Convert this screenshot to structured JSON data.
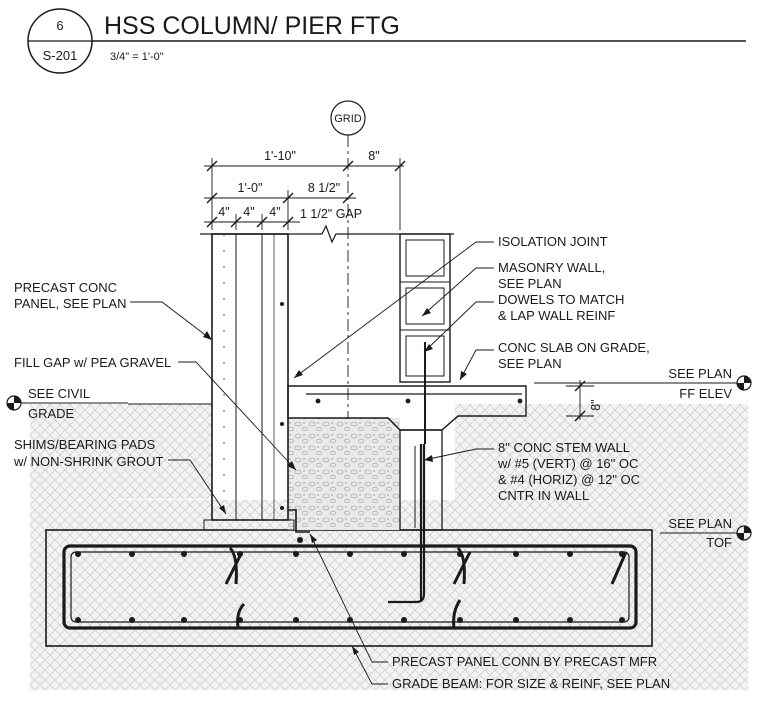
{
  "title_block": {
    "detail_number": "6",
    "sheet_number": "S-201",
    "title": "HSS COLUMN/ PIER FTG",
    "scale": "3/4\" = 1'-0\""
  },
  "grid_bubble": "GRID",
  "dimensions": {
    "overall_width": "1'-10\"",
    "grid_offset": "8\"",
    "panel_width": "1'-0\"",
    "gap_to_grid": "8 1/2\"",
    "layer_1": "4\"",
    "layer_2": "4\"",
    "layer_3": "4\"",
    "gap": "1 1/2\" GAP",
    "slab_drop": "8\""
  },
  "callouts_left": {
    "precast_panel_1": "PRECAST CONC",
    "precast_panel_2": "PANEL, SEE PLAN",
    "fill_gap": "FILL GAP w/ PEA GRAVEL",
    "see_civil": "SEE CIVIL",
    "grade": "GRADE",
    "shims_1": "SHIMS/BEARING PADS",
    "shims_2": "w/ NON-SHRINK GROUT"
  },
  "callouts_right": {
    "isolation_joint": "ISOLATION JOINT",
    "masonry_1": "MASONRY WALL,",
    "masonry_2": "SEE PLAN",
    "dowels_1": "DOWELS TO MATCH",
    "dowels_2": "& LAP WALL REINF",
    "slab_1": "CONC SLAB ON GRADE,",
    "slab_2": "SEE PLAN",
    "see_plan_ff": "SEE PLAN",
    "ff_elev": "FF ELEV",
    "stem_1": "8\" CONC STEM WALL",
    "stem_2": "w/ #5 (VERT) @ 16\" OC",
    "stem_3": "& #4 (HORIZ) @ 12\" OC",
    "stem_4": "CNTR IN WALL",
    "see_plan_tof": "SEE PLAN",
    "tof": "TOF"
  },
  "callouts_bottom": {
    "precast_conn": "PRECAST PANEL CONN BY PRECAST MFR",
    "grade_beam": "GRADE BEAM: FOR SIZE & REINF, SEE PLAN"
  }
}
